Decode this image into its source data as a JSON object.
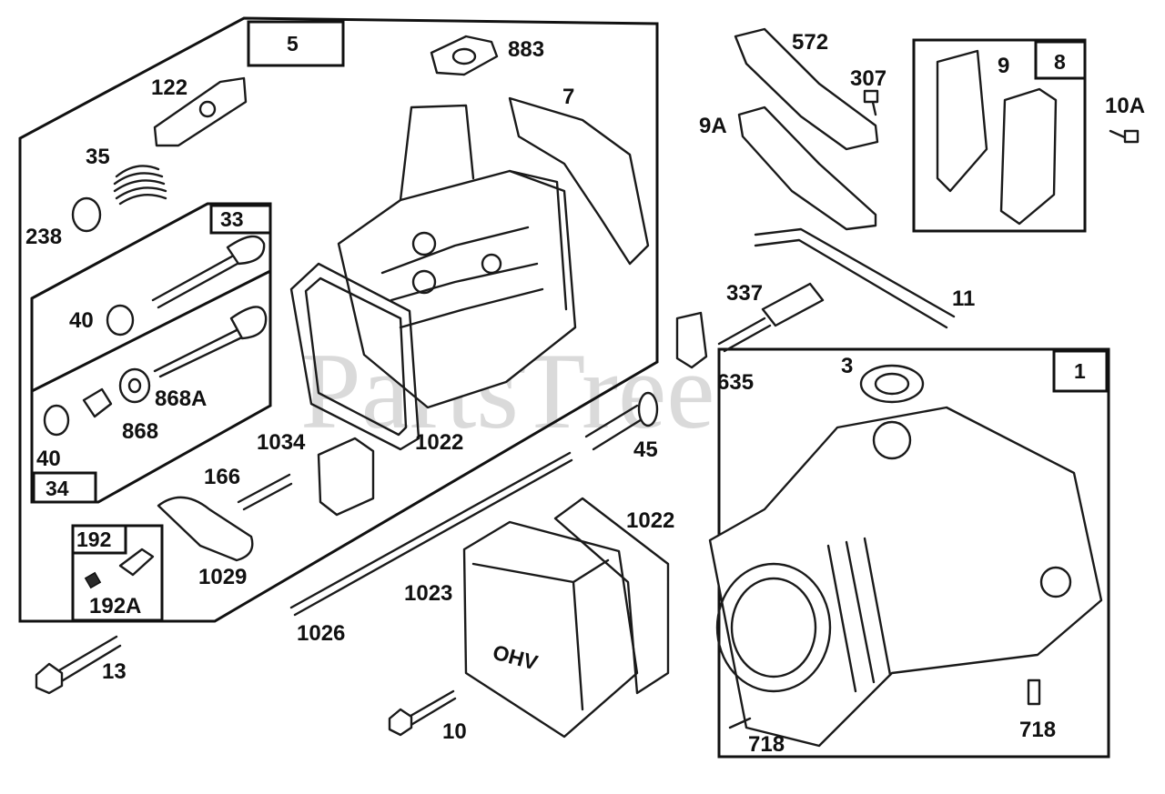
{
  "watermark": "PartsTree",
  "group_boxes": {
    "g5": "5",
    "g33": "33",
    "g34": "34",
    "g192": "192",
    "g8": "8",
    "g1": "1"
  },
  "callouts": {
    "c883": "883",
    "c7": "7",
    "c122": "122",
    "c35": "35",
    "c238": "238",
    "c40a": "40",
    "c868A": "868A",
    "c868": "868",
    "c40b": "40",
    "c1034": "1034",
    "c1022a": "1022",
    "c166": "166",
    "c1029": "1029",
    "c192A": "192A",
    "c13": "13",
    "c1026": "1026",
    "c1023": "1023",
    "c1022b": "1022",
    "c10": "10",
    "c572": "572",
    "c307": "307",
    "c9A": "9A",
    "c9": "9",
    "c10A": "10A",
    "c11": "11",
    "c337": "337",
    "c635": "635",
    "c45": "45",
    "c3": "3",
    "c718a": "718",
    "c718b": "718"
  },
  "cover_lettering": "OHV"
}
